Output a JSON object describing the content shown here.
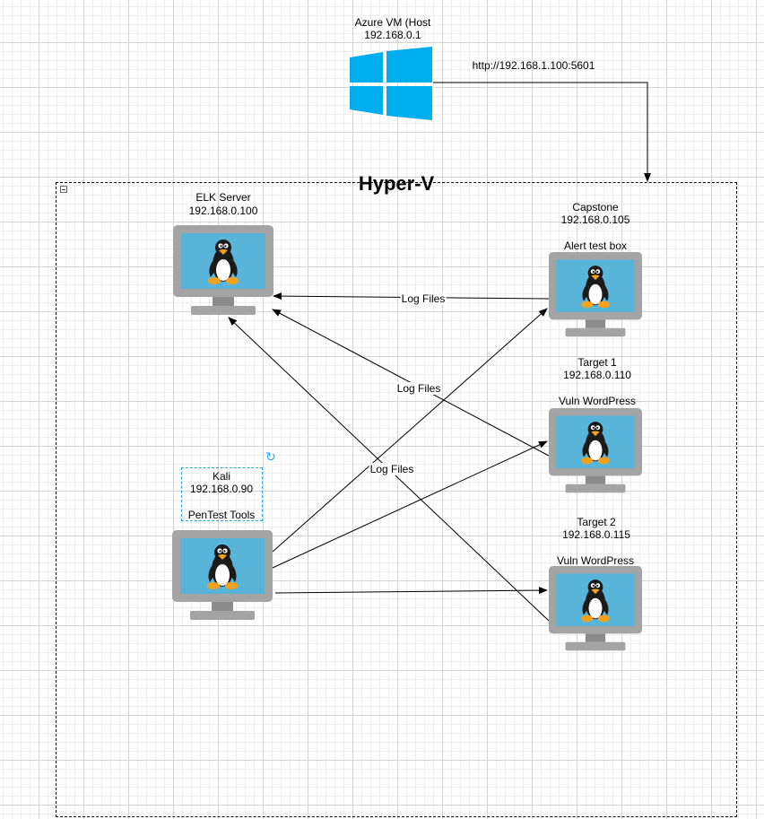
{
  "host": {
    "name": "Azure VM (Host",
    "ip": "192.168.0.1",
    "link_label": "http://192.168.1.100:5601",
    "icon": "windows-logo-icon"
  },
  "container": {
    "title": "Hyper-V"
  },
  "nodes": {
    "elk": {
      "name": "ELK Server",
      "ip": "192.168.0.100",
      "icon": "linux-monitor-icon"
    },
    "capstone": {
      "name": "Capstone",
      "ip": "192.168.0.105",
      "role": "Alert test box",
      "icon": "linux-monitor-icon"
    },
    "target1": {
      "name": "Target 1",
      "ip": "192.168.0.110",
      "role": "Vuln WordPress",
      "icon": "linux-monitor-icon"
    },
    "target2": {
      "name": "Target 2",
      "ip": "192.168.0.115",
      "role": "Vuln WordPress",
      "icon": "linux-monitor-icon"
    },
    "kali": {
      "name": "Kali",
      "ip": "192.168.0.90",
      "role": "PenTest Tools",
      "icon": "linux-monitor-icon"
    }
  },
  "edges": {
    "capstone_to_elk": "Log Files",
    "target1_to_elk": "Log Files",
    "target2_to_elk": "Log Files"
  },
  "colors": {
    "windows_blue": "#00adef",
    "monitor_frame": "#a4a4a4",
    "monitor_screen": "#59b4d9",
    "penguin_orange": "#f4a21d",
    "selection_blue": "#29a8e0"
  }
}
